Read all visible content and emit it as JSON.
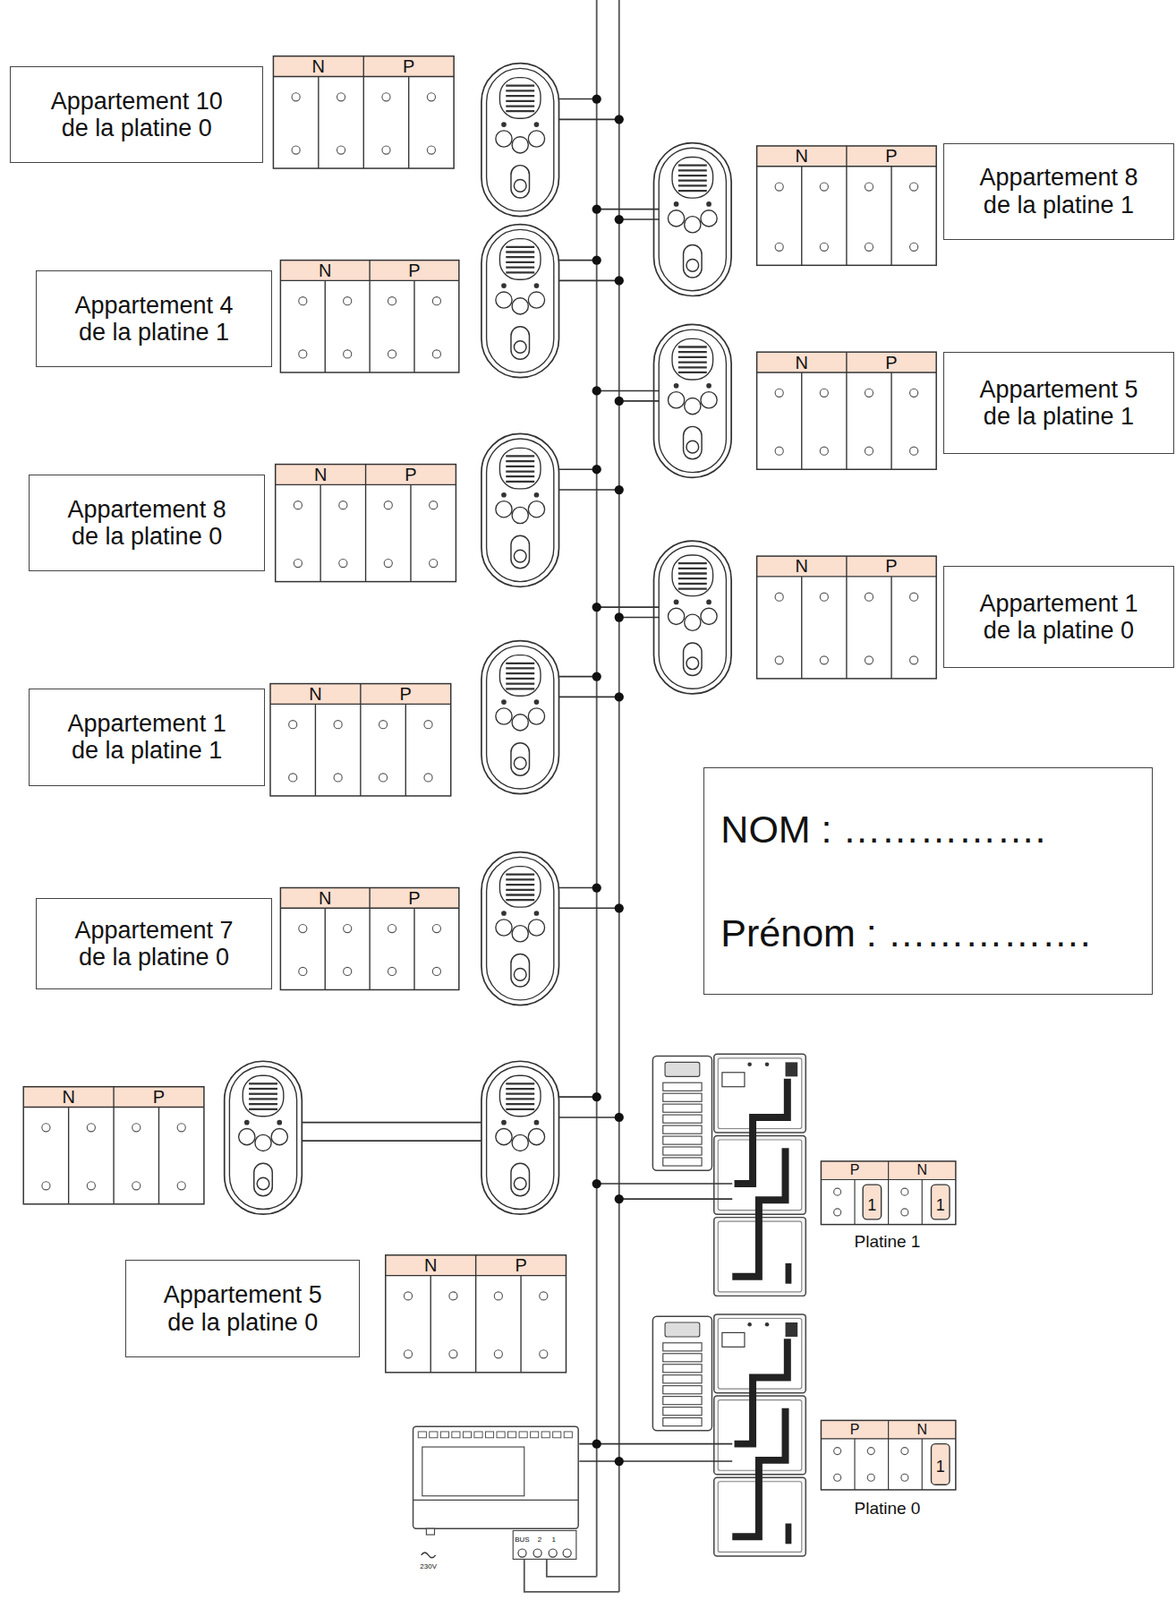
{
  "diagram": {
    "nodes": [
      {
        "text": [
          "Appartement 10 de la platine 0"
        ]
      },
      {
        "text": [
          "Appartement 8 de la platine 1"
        ]
      },
      {
        "text": [
          "Appartement 4 de la platine 1"
        ]
      },
      {
        "text": [
          "Appartement 5 de la platine 1"
        ]
      },
      {
        "text": [
          "Appartement 8 de la platine 0"
        ]
      },
      {
        "text": [
          "Appartement 1 de la platine 0"
        ]
      },
      {
        "text": [
          "Appartement 1 de la platine 1"
        ]
      },
      {
        "text": [
          "NOM : …………….",
          "Prénom : ……………."
        ]
      },
      {
        "text": [
          "Appartement 7 de la platine 0"
        ]
      },
      {
        "text": [
          "Appartement 5 de la platine 0"
        ]
      }
    ],
    "labels": [
      "N",
      "P",
      "N",
      "P",
      "N",
      "P",
      "N",
      "P",
      "N",
      "P",
      "N",
      "P",
      "N",
      "P",
      "N",
      "P",
      "N",
      "P",
      "N",
      "P",
      "P",
      "N",
      "1",
      "1",
      "Platine 1",
      "P",
      "N",
      "1",
      "Platine 0",
      "BUS",
      "2",
      "1",
      "230V"
    ]
  }
}
